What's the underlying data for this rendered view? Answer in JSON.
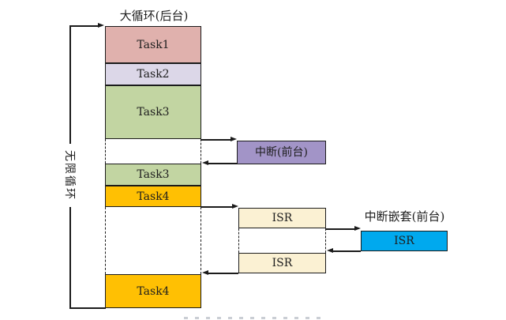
{
  "titles": {
    "main": "大循环(后台)",
    "nested": "中断嵌套(前台)"
  },
  "loop_label": "无限循环",
  "stack": {
    "items": [
      {
        "label": "Task1"
      },
      {
        "label": "Task2"
      },
      {
        "label": "Task3"
      },
      {
        "label": "Task3"
      },
      {
        "label": "Task4"
      },
      {
        "label": "Task4"
      }
    ]
  },
  "interrupt": {
    "label": "中断(前台)"
  },
  "isr": {
    "first": "ISR",
    "second": "ISR",
    "nested": "ISR"
  },
  "colors": {
    "task1": "#E0B1AD",
    "task2": "#DCD7E8",
    "task3": "#C2D5A2",
    "task4": "#FFC003",
    "interrupt": "#A294C7",
    "isr": "#FBF1D3",
    "isr_nested": "#00A9EE",
    "line": "#1b1b1b"
  }
}
